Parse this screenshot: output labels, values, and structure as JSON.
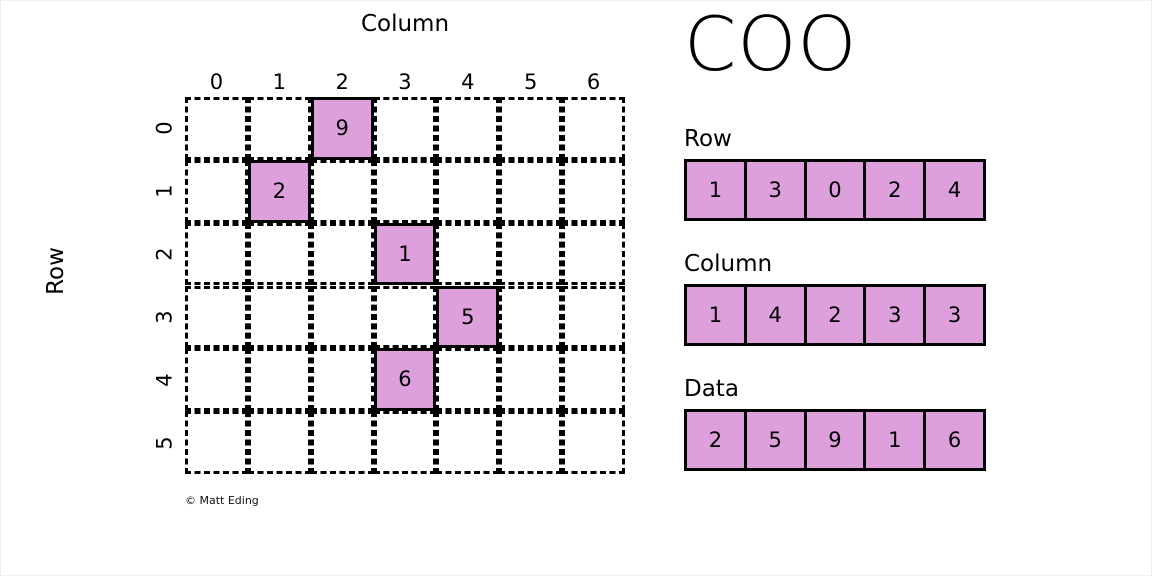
{
  "format": {
    "title": "COO"
  },
  "matrix": {
    "column_axis_title": "Column",
    "row_axis_title": "Row",
    "column_ticks": [
      "0",
      "1",
      "2",
      "3",
      "4",
      "5",
      "6"
    ],
    "row_ticks": [
      "0",
      "1",
      "2",
      "3",
      "4",
      "5"
    ],
    "n_rows": 6,
    "n_cols": 7,
    "filled_cells": [
      {
        "row": 0,
        "col": 2,
        "value": "9"
      },
      {
        "row": 1,
        "col": 1,
        "value": "2"
      },
      {
        "row": 2,
        "col": 3,
        "value": "1"
      },
      {
        "row": 3,
        "col": 4,
        "value": "5"
      },
      {
        "row": 4,
        "col": 3,
        "value": "6"
      }
    ],
    "attribution": "© Matt Eding"
  },
  "arrays": [
    {
      "key": "row",
      "label": "Row",
      "values": [
        "1",
        "3",
        "0",
        "2",
        "4"
      ]
    },
    {
      "key": "column",
      "label": "Column",
      "values": [
        "1",
        "4",
        "2",
        "3",
        "3"
      ]
    },
    {
      "key": "data",
      "label": "Data",
      "values": [
        "2",
        "5",
        "9",
        "1",
        "6"
      ]
    }
  ],
  "colors": {
    "cell_fill": "#dda0dd",
    "stroke": "#000000",
    "background": "#ffffff"
  },
  "chart_data": {
    "type": "heatmap",
    "title": "COO",
    "xlabel": "Column",
    "ylabel": "Row",
    "grid": true,
    "legend": "none",
    "x_ticks": [
      0,
      1,
      2,
      3,
      4,
      5,
      6
    ],
    "y_ticks": [
      0,
      1,
      2,
      3,
      4,
      5
    ],
    "xlim": [
      0,
      7
    ],
    "ylim": [
      0,
      6
    ],
    "points": [
      {
        "row": 0,
        "col": 2,
        "value": 9
      },
      {
        "row": 1,
        "col": 1,
        "value": 2
      },
      {
        "row": 2,
        "col": 3,
        "value": 1
      },
      {
        "row": 3,
        "col": 4,
        "value": 5
      },
      {
        "row": 4,
        "col": 3,
        "value": 6
      }
    ],
    "coo_row": [
      1,
      3,
      0,
      2,
      4
    ],
    "coo_column": [
      1,
      4,
      2,
      3,
      3
    ],
    "coo_data": [
      2,
      5,
      9,
      1,
      6
    ],
    "annotations": [
      "© Matt Eding"
    ]
  }
}
